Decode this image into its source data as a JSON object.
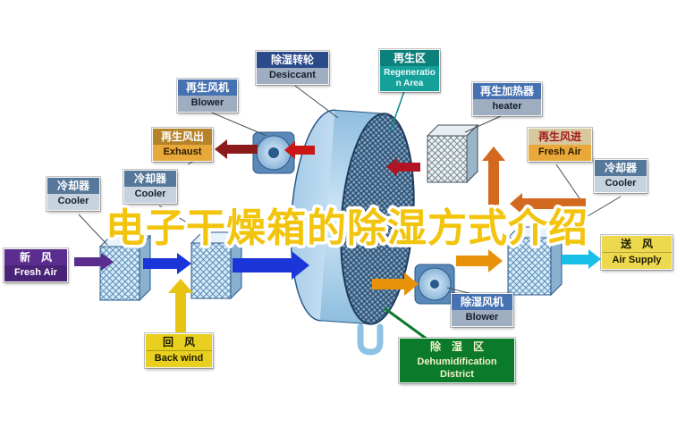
{
  "title": "电子干燥箱的除湿方式介绍",
  "labels": {
    "regen_blower": {
      "zh": "再生风机",
      "en": "Blower"
    },
    "desiccant": {
      "zh": "除湿转轮",
      "en": "Desiccant"
    },
    "regen_area": {
      "zh": "再生区",
      "en": "Regeneration Area"
    },
    "heater": {
      "zh": "再生加热器",
      "en": "heater"
    },
    "exhaust": {
      "zh": "再生风出",
      "en": "Exhaust"
    },
    "regen_fresh_air": {
      "zh": "再生风进",
      "en": "Fresh Air"
    },
    "cooler_left": {
      "zh": "冷却器",
      "en": "Cooler"
    },
    "cooler_mid": {
      "zh": "冷却器",
      "en": "Cooler"
    },
    "cooler_right": {
      "zh": "冷却器",
      "en": "Cooler"
    },
    "fresh_air": {
      "zh": "新　风",
      "en": "Fresh Air"
    },
    "back_wind": {
      "zh": "回　风",
      "en": "Back wind"
    },
    "air_supply": {
      "zh": "送　风",
      "en": "Air Supply"
    },
    "dehum_blower": {
      "zh": "除湿风机",
      "en": "Blower"
    },
    "dehum_district": {
      "zh": "除　湿　区",
      "en": "Dehumidification District"
    }
  },
  "colors": {
    "title_fill": "#f2c40c",
    "flow_purple": "#5a2d8e",
    "flow_blue": "#1a35d8",
    "flow_yellow": "#e8c412",
    "flow_orange": "#e8920a",
    "flow_orange_dark": "#d2691e",
    "flow_cyan": "#18c0e8",
    "flow_red": "#cc1515",
    "flow_red_dark": "#8b1a1a",
    "flow_crimson": "#b01525"
  }
}
